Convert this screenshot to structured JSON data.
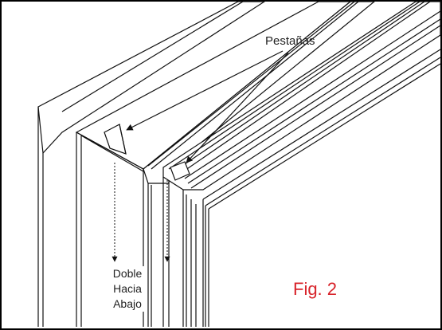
{
  "diagram": {
    "callout_label": "Pestañas",
    "instruction_lines": [
      "Doble",
      "Hacia",
      "Abajo"
    ],
    "figure_label": "Fig. 2",
    "colors": {
      "line": "#111111",
      "figure_label": "#d8232a",
      "frame_border": "#000000"
    }
  }
}
